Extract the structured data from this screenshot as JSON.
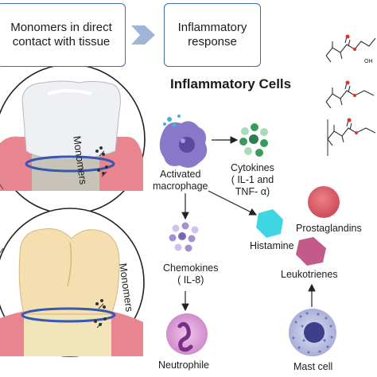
{
  "boxes": {
    "monomers_contact": "Monomers in direct contact with tissue",
    "inflammatory_response": "Inflammatory response"
  },
  "headings": {
    "inflammatory_cells": "Inflammatory Cells"
  },
  "tooth_labels": {
    "upper": "Monomers",
    "lower": "Monomers"
  },
  "cells": {
    "activated_macrophage": [
      "Activated",
      "macrophage"
    ],
    "cytokines": [
      "Cytokines",
      "( IL-1 and",
      "TNF- α)"
    ],
    "chemokines": [
      "Chemokines",
      "( IL-8)"
    ],
    "neutrophile": "Neutrophile",
    "histamine": "Histamine",
    "prostaglandins": "Prostaglandins",
    "leukotrienes": "Leukotrienes",
    "mast_cell": "Mast cell"
  },
  "molecule_labels": {
    "oh": "OH"
  },
  "colors": {
    "box_border": "#3d6aa3",
    "arrow_chevron": "#9fb6d6",
    "macrophage": "#8a78c8",
    "cytokine_dots": "#3a9a5c",
    "chemokine_dots": "#a58fcf",
    "neutrophile": "#e3a7dd",
    "histamine": "#3fd6e4",
    "prostaglandins": "#d95c66",
    "leukotrienes": "#c25a8a",
    "mast_cell": "#c4c9ea",
    "gum": "#e8858f",
    "ring": "#3558b0"
  }
}
